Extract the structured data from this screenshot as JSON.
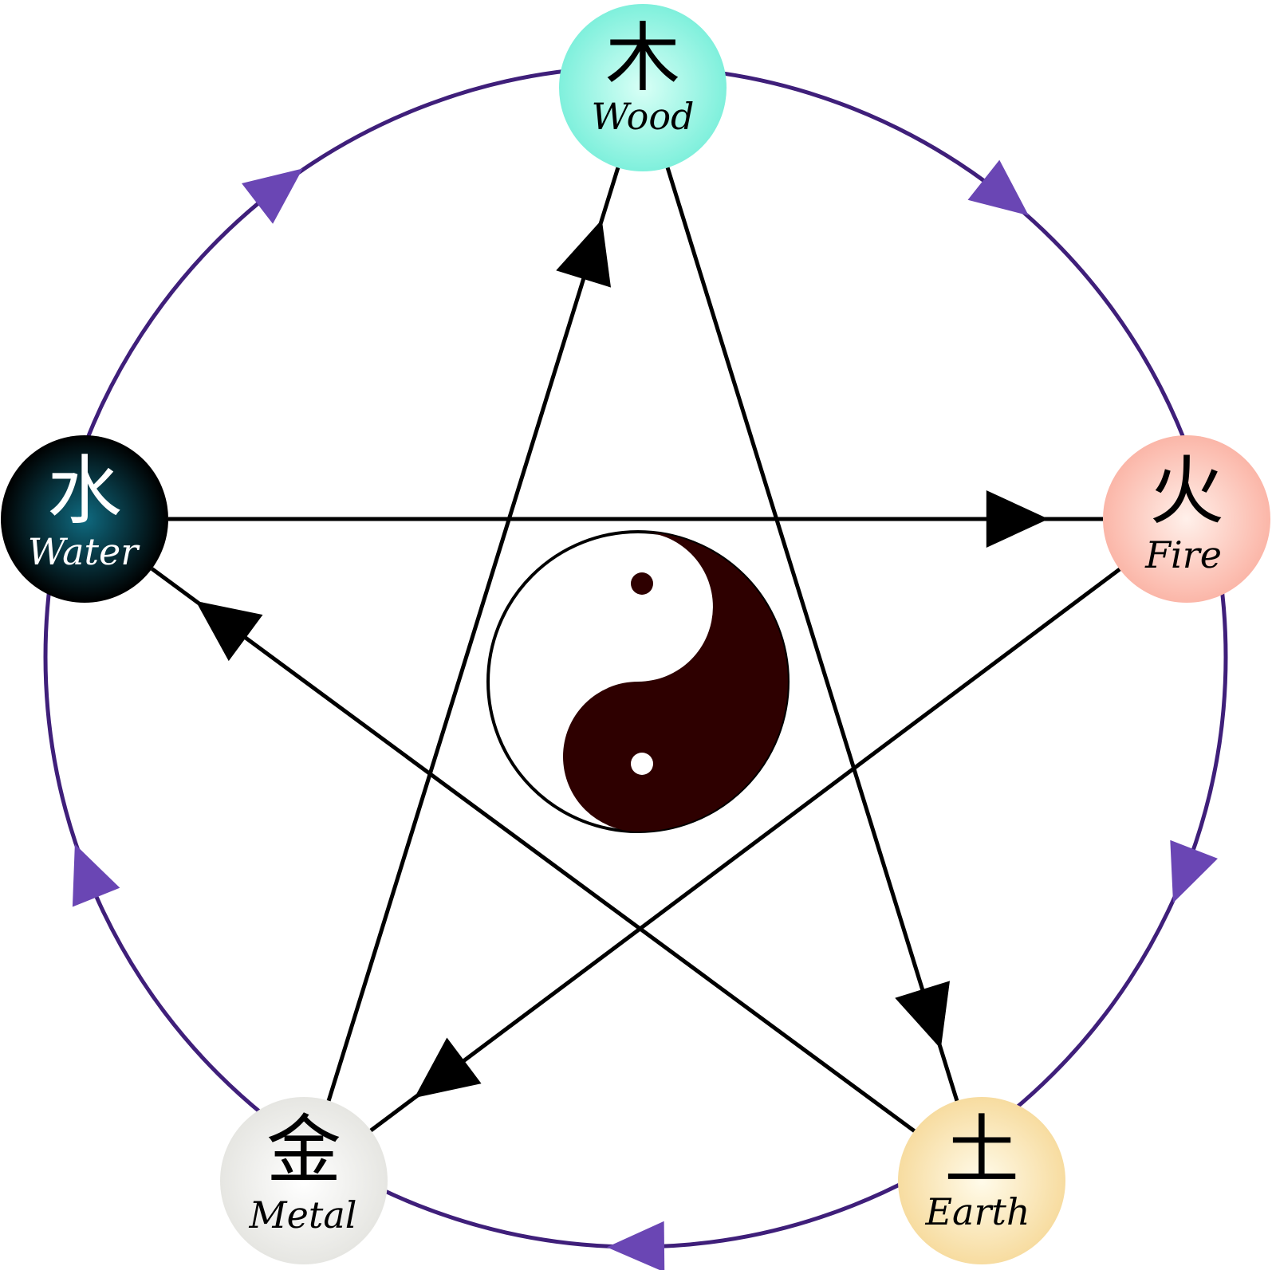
{
  "diagram": {
    "elements": [
      {
        "id": "wood",
        "hanzi": "木",
        "label": "Wood",
        "text_color": "#000000",
        "fill_center": "#d8fff6",
        "fill_edge": "#7ff0dc"
      },
      {
        "id": "fire",
        "hanzi": "火",
        "label": "Fire",
        "text_color": "#000000",
        "fill_center": "#fff0ea",
        "fill_edge": "#fbb6a8"
      },
      {
        "id": "earth",
        "hanzi": "土",
        "label": "Earth",
        "text_color": "#000000",
        "fill_center": "#fffbea",
        "fill_edge": "#f7dca0"
      },
      {
        "id": "metal",
        "hanzi": "金",
        "label": "Metal",
        "text_color": "#000000",
        "fill_center": "#ffffff",
        "fill_edge": "#e6e6e2"
      },
      {
        "id": "water",
        "hanzi": "水",
        "label": "Water",
        "text_color": "#ffffff",
        "fill_center": "#0f6a80",
        "fill_edge": "#000000"
      }
    ],
    "generating_cycle": [
      "wood",
      "fire",
      "earth",
      "metal",
      "water"
    ],
    "overcoming_cycle": [
      [
        "wood",
        "earth"
      ],
      [
        "earth",
        "water"
      ],
      [
        "water",
        "fire"
      ],
      [
        "fire",
        "metal"
      ],
      [
        "metal",
        "wood"
      ]
    ],
    "colors": {
      "outer_ring": "#3f1f7a",
      "outer_arrow": "#6a46b4",
      "star_line": "#000000",
      "yin_yang_dark": "#2e0000",
      "yin_yang_outline": "#000000"
    }
  }
}
